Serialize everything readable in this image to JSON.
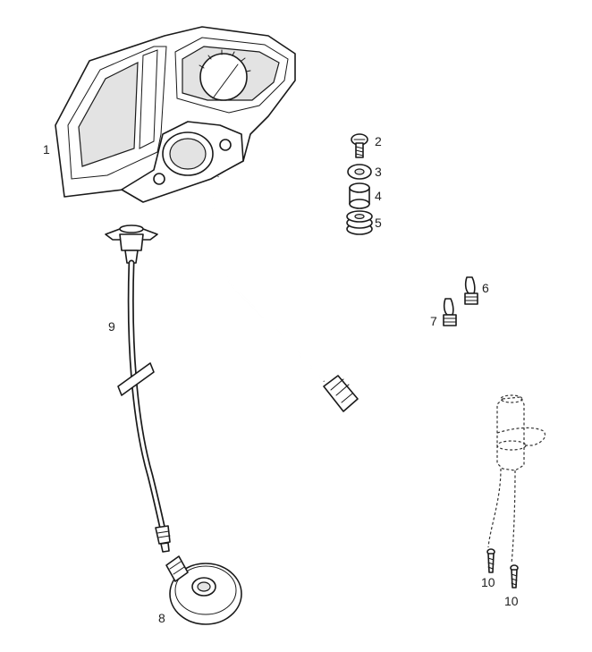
{
  "callouts": {
    "c1": "1",
    "c2": "2",
    "c3": "3",
    "c4": "4",
    "c5": "5",
    "c6": "6",
    "c7": "7",
    "c8": "8",
    "c9": "9",
    "c10a": "10",
    "c10b": "10"
  },
  "colors": {
    "line": "#1a1a1a",
    "background": "#ffffff"
  }
}
